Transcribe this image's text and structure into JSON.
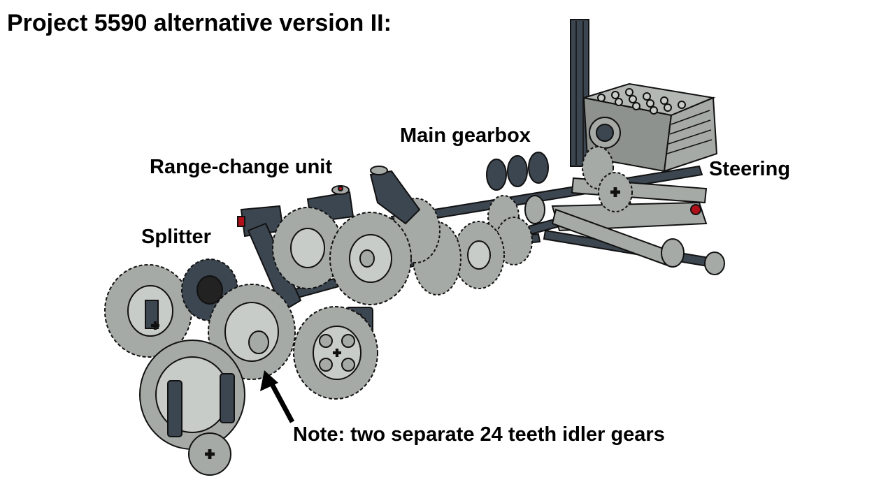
{
  "title": "Project 5590 alternative version II:",
  "labels": {
    "main_gearbox": "Main gearbox",
    "range_change": "Range-change unit",
    "steering": "Steering",
    "splitter": "Splitter",
    "note": "Note: two separate 24 teeth idler gears"
  },
  "colors": {
    "light_gray": "#a6aaa6",
    "dark_bluish_gray": "#3c4650",
    "red": "#b0101a",
    "outline": "#1a1a1a"
  }
}
